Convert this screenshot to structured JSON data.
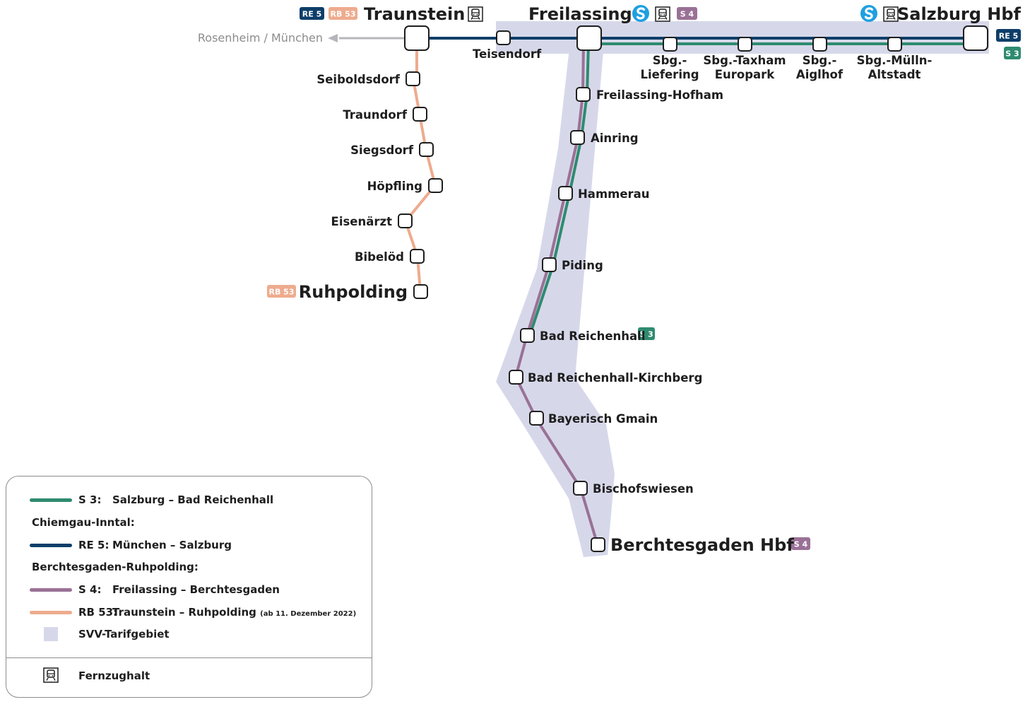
{
  "colors": {
    "s3": "#2e8b6f",
    "re5": "#0d3e69",
    "s4": "#9a7196",
    "rb53": "#eeab8e",
    "tarif": "#d6d8ea",
    "grey": "#8c8c8c",
    "blue_s": "#1f9fe0"
  },
  "icons": [
    "train-icon",
    "s-bahn-logo-icon",
    "arrow-left-icon"
  ],
  "direction": {
    "label": "Rosenheim / München"
  },
  "badges": {
    "re5": "RE 5",
    "rb53": "RB 53",
    "s4": "S 4",
    "s3": "S 3"
  },
  "stations": {
    "traunstein": "Traunstein",
    "freilassing": "Freilassing",
    "salzburg": "Salzburg Hbf",
    "teisendorf": "Teisendorf",
    "liefering_1": "Sbg.-",
    "liefering_2": "Liefering",
    "taxham_1": "Sbg.-Taxham",
    "taxham_2": "Europark",
    "aiglhof_1": "Sbg.-",
    "aiglhof_2": "Aiglhof",
    "muelln_1": "Sbg.-Mülln-",
    "muelln_2": "Altstadt",
    "seiboldsdorf": "Seiboldsdorf",
    "traundorf": "Traundorf",
    "siegsdorf": "Siegsdorf",
    "hoepfling": "Höpfling",
    "eisenaerzt": "Eisenärzt",
    "bibeloed": "Bibelöd",
    "ruhpolding": "Ruhpolding",
    "hofham": "Freilassing-Hofham",
    "ainring": "Ainring",
    "hammerau": "Hammerau",
    "piding": "Piding",
    "reichenhall": "Bad Reichenhall",
    "kirchberg": "Bad Reichenhall-Kirchberg",
    "gmain": "Bayerisch Gmain",
    "bischofswiesen": "Bischofswiesen",
    "berchtesgaden": "Berchtesgaden Hbf"
  },
  "legend": {
    "s3_code": "S 3:",
    "s3_route": "Salzburg – Bad Reichenhall",
    "heading_chiemgau": "Chiemgau-Inntal:",
    "re5_code": "RE 5:",
    "re5_route": "München – Salzburg",
    "heading_bgd": "Berchtesgaden-Ruhpolding:",
    "s4_code": "S 4:",
    "s4_route": "Freilassing – Berchtesgaden",
    "rb53_code": "RB 53:",
    "rb53_route": "Traunstein – Ruhpolding",
    "rb53_note": "(ab 11. Dezember 2022)",
    "tarif": "SVV-Tarifgebiet",
    "fernzug": "Fernzughalt"
  }
}
